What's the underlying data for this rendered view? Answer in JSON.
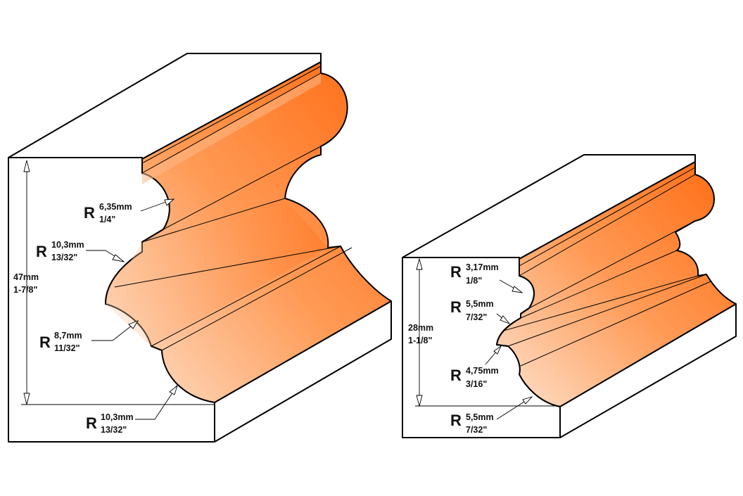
{
  "colors": {
    "profile_light": "#fde3cf",
    "profile_dark": "#ff6a10",
    "edge": "#000000",
    "block": "#ffffff"
  },
  "left_profile": {
    "height": {
      "mm": "47mm",
      "inch": "1-7/8\""
    },
    "radii": [
      {
        "prefix": "R",
        "mm": "6,35mm",
        "inch": "1/4\""
      },
      {
        "prefix": "R",
        "mm": "10,3mm",
        "inch": "13/32\""
      },
      {
        "prefix": "R",
        "mm": "8,7mm",
        "inch": "11/32\""
      },
      {
        "prefix": "R",
        "mm": "10,3mm",
        "inch": "13/32\""
      }
    ]
  },
  "right_profile": {
    "height": {
      "mm": "28mm",
      "inch": "1-1/8\""
    },
    "radii": [
      {
        "prefix": "R",
        "mm": "3,17mm",
        "inch": "1/8\""
      },
      {
        "prefix": "R",
        "mm": "5,5mm",
        "inch": "7/32\""
      },
      {
        "prefix": "R",
        "mm": "4,75mm",
        "inch": "3/16\""
      },
      {
        "prefix": "R",
        "mm": "5,5mm",
        "inch": "7/32\""
      }
    ]
  }
}
